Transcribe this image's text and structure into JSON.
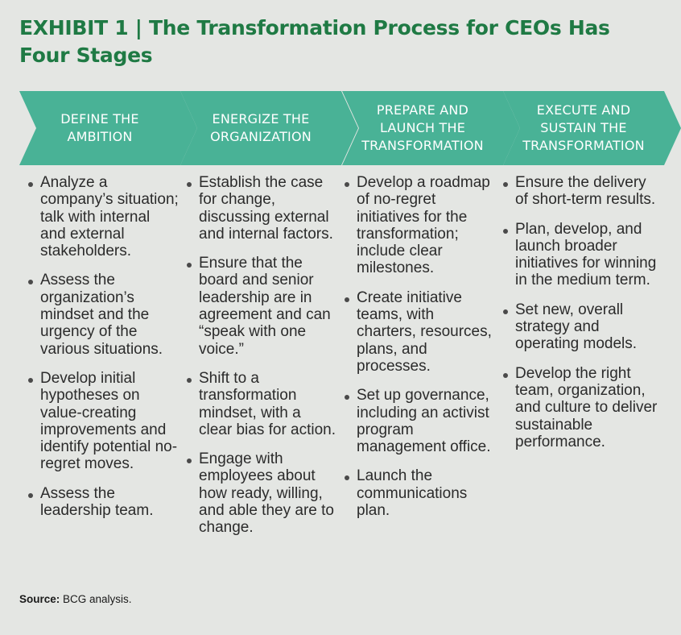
{
  "exhibit": {
    "title": "EXHIBIT 1 | The Transformation Process for CEOs Has Four Stages"
  },
  "colors": {
    "title_green": "#1f7a44",
    "chevron_teal": "#49b296",
    "background": "#e4e6e3"
  },
  "stages": [
    {
      "label": "DEFINE THE\nAMBITION",
      "bullets": [
        "Analyze a company’s situation; talk with internal and external stakeholders.",
        "Assess the organization’s mindset and the urgency of the various situations.",
        "Develop initial hypotheses on value-creating improvements and identify potential no-regret moves.",
        "Assess the leadership team."
      ]
    },
    {
      "label": "ENERGIZE THE\nORGANIZATION",
      "bullets": [
        "Establish the case for change, discussing external and internal factors.",
        "Ensure that the board and senior leadership are in agreement and can “speak with one voice.”",
        "Shift to a transformation mindset, with a clear bias for action.",
        "Engage with employees about how ready, willing, and able they are to change."
      ]
    },
    {
      "label": "PREPARE AND\nLAUNCH THE\nTRANSFORMATION",
      "bullets": [
        "Develop a roadmap of no-regret initiatives for the transformation; include clear milestones.",
        "Create initiative teams, with charters, resources, plans, and processes.",
        "Set up governance, including an activist program management office.",
        "Launch the communications plan."
      ]
    },
    {
      "label": "EXECUTE AND\nSUSTAIN THE\nTRANSFORMATION",
      "bullets": [
        "Ensure the delivery of short-term results.",
        "Plan, develop, and launch broader initiatives for winning in the medium term.",
        "Set new, overall strategy and operating models.",
        "Develop the right team, organization, and culture to deliver sustainable performance."
      ]
    }
  ],
  "source": {
    "label": "Source:",
    "text": "BCG analysis."
  }
}
